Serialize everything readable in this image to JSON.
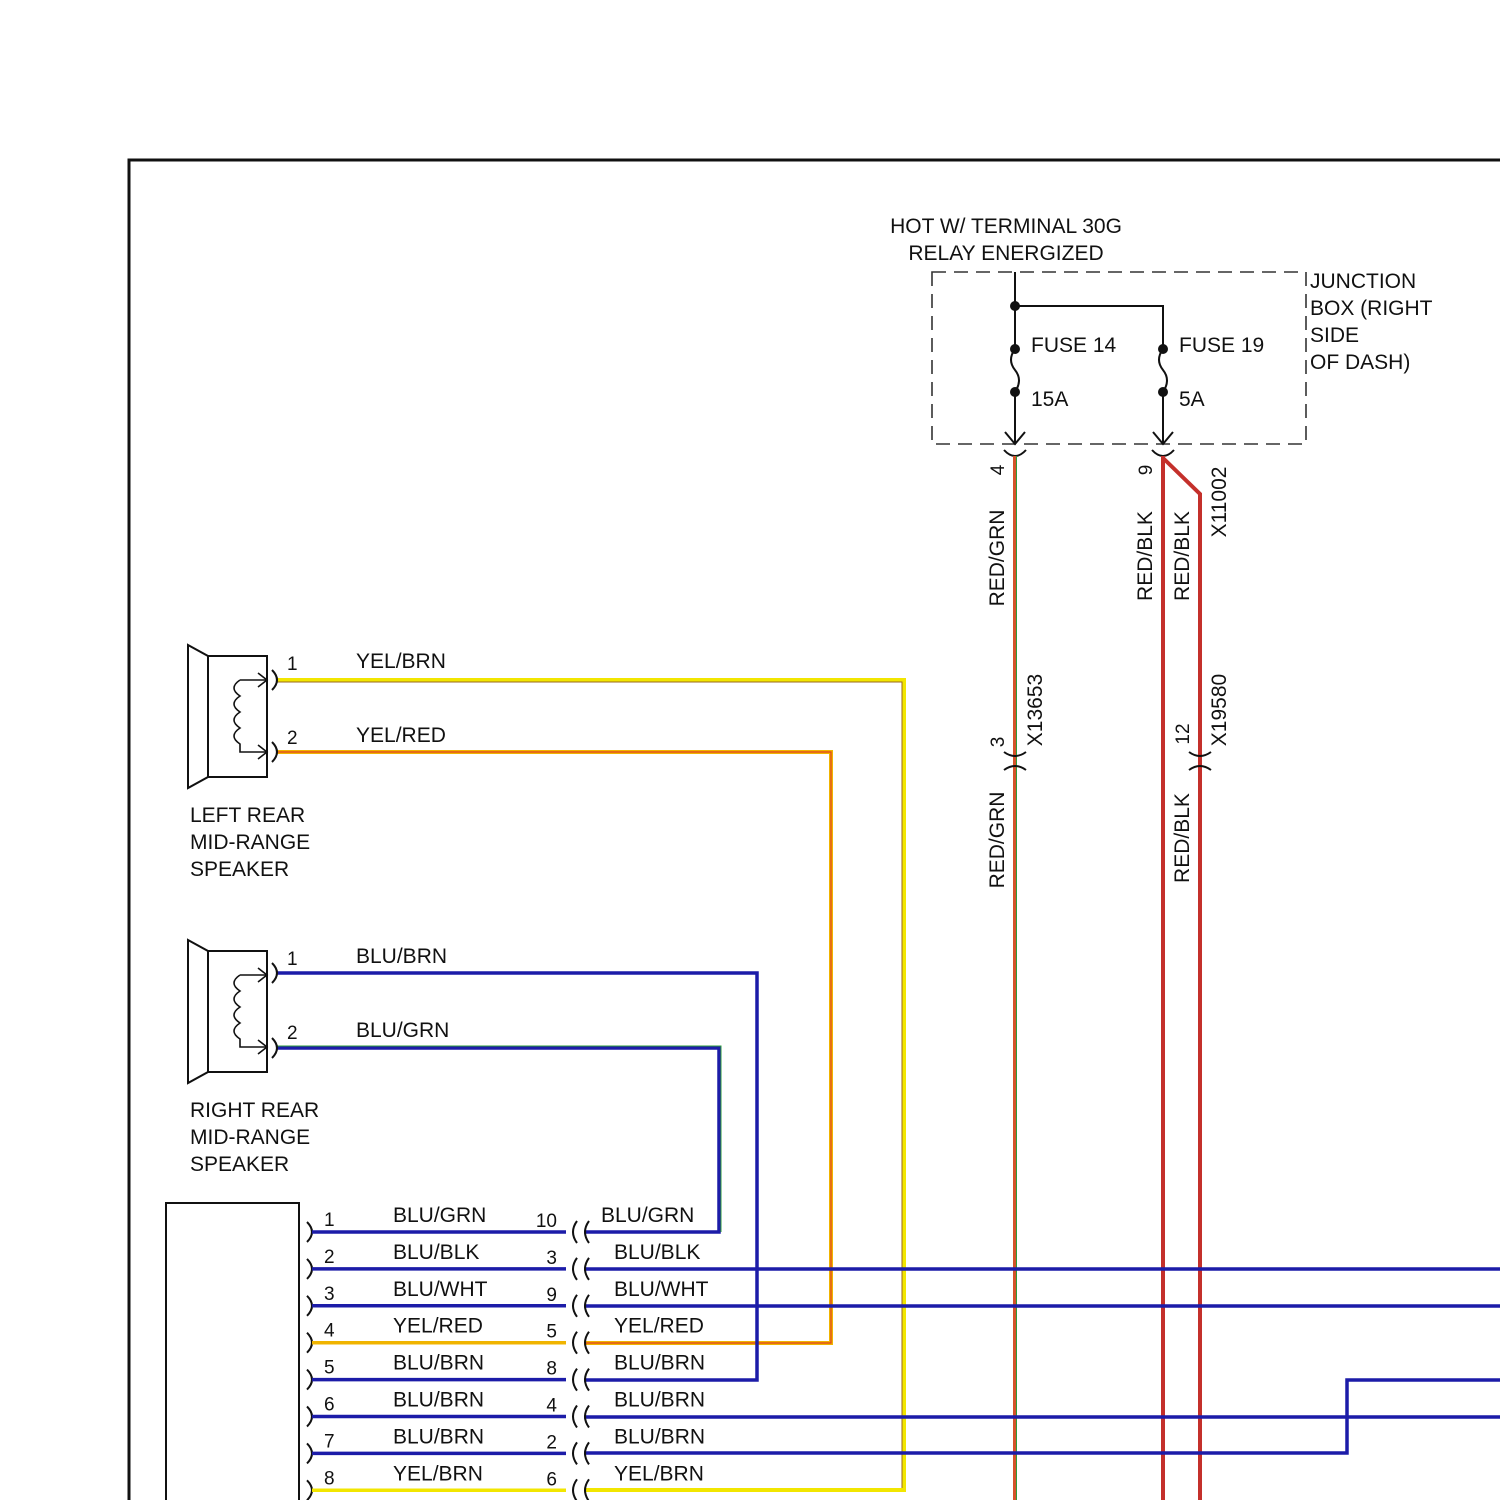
{
  "colors": {
    "yellow": "#f2e600",
    "blue": "#1c1ca8",
    "red": "#c4302b",
    "frame": "#111111"
  },
  "power_source": {
    "line1": "HOT W/ TERMINAL 30G",
    "line2": "RELAY ENERGIZED"
  },
  "junction_box": {
    "lines": [
      "JUNCTION",
      "BOX (RIGHT",
      "SIDE",
      "OF DASH)"
    ],
    "fuses": [
      {
        "name": "FUSE 14",
        "rating": "15A"
      },
      {
        "name": "FUSE 19",
        "rating": "5A"
      }
    ]
  },
  "power_feeds": {
    "fuse14": {
      "pin_top": "4",
      "wire_top": "RED/GRN",
      "connector": "X13653",
      "pin_mid": "3",
      "wire_bottom": "RED/GRN"
    },
    "fuse19": {
      "pin_top": "9",
      "wire_a": "RED/BLK",
      "wire_b": "RED/BLK",
      "connector_top": "X11002",
      "connector_mid": "X19580",
      "pin_mid": "12",
      "wire_bottom": "RED/BLK"
    }
  },
  "speakers": [
    {
      "name_lines": [
        "LEFT REAR",
        "MID-RANGE",
        "SPEAKER"
      ],
      "pins": [
        {
          "pin": "1",
          "wire": "YEL/BRN"
        },
        {
          "pin": "2",
          "wire": "YEL/RED"
        }
      ]
    },
    {
      "name_lines": [
        "RIGHT REAR",
        "MID-RANGE",
        "SPEAKER"
      ],
      "pins": [
        {
          "pin": "1",
          "wire": "BLU/BRN"
        },
        {
          "pin": "2",
          "wire": "BLU/GRN"
        }
      ]
    }
  ],
  "amplifier_connector": {
    "rows": [
      {
        "pin": "1",
        "wire": "BLU/GRN",
        "inline_pin": "10",
        "wire_right": "BLU/GRN"
      },
      {
        "pin": "2",
        "wire": "BLU/BLK",
        "inline_pin": "3",
        "wire_right": "BLU/BLK"
      },
      {
        "pin": "3",
        "wire": "BLU/WHT",
        "inline_pin": "9",
        "wire_right": "BLU/WHT"
      },
      {
        "pin": "4",
        "wire": "YEL/RED",
        "inline_pin": "5",
        "wire_right": "YEL/RED"
      },
      {
        "pin": "5",
        "wire": "BLU/BRN",
        "inline_pin": "8",
        "wire_right": "BLU/BRN"
      },
      {
        "pin": "6",
        "wire": "BLU/BRN",
        "inline_pin": "4",
        "wire_right": "BLU/BRN"
      },
      {
        "pin": "7",
        "wire": "BLU/BRN",
        "inline_pin": "2",
        "wire_right": "BLU/BRN"
      },
      {
        "pin": "8",
        "wire": "YEL/BRN",
        "inline_pin": "6",
        "wire_right": "YEL/BRN"
      }
    ]
  }
}
